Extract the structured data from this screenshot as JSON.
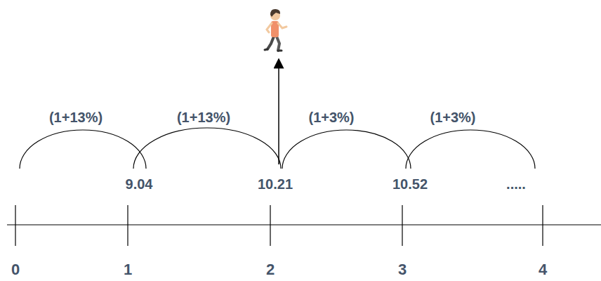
{
  "diagram": {
    "labels": [
      "(1+13%)",
      "(1+13%)",
      "(1+3%)",
      "(1+3%)",
      "9.04",
      "10.21",
      "10.52",
      ".....",
      "0",
      "1",
      "2",
      "3",
      "4"
    ]
  }
}
